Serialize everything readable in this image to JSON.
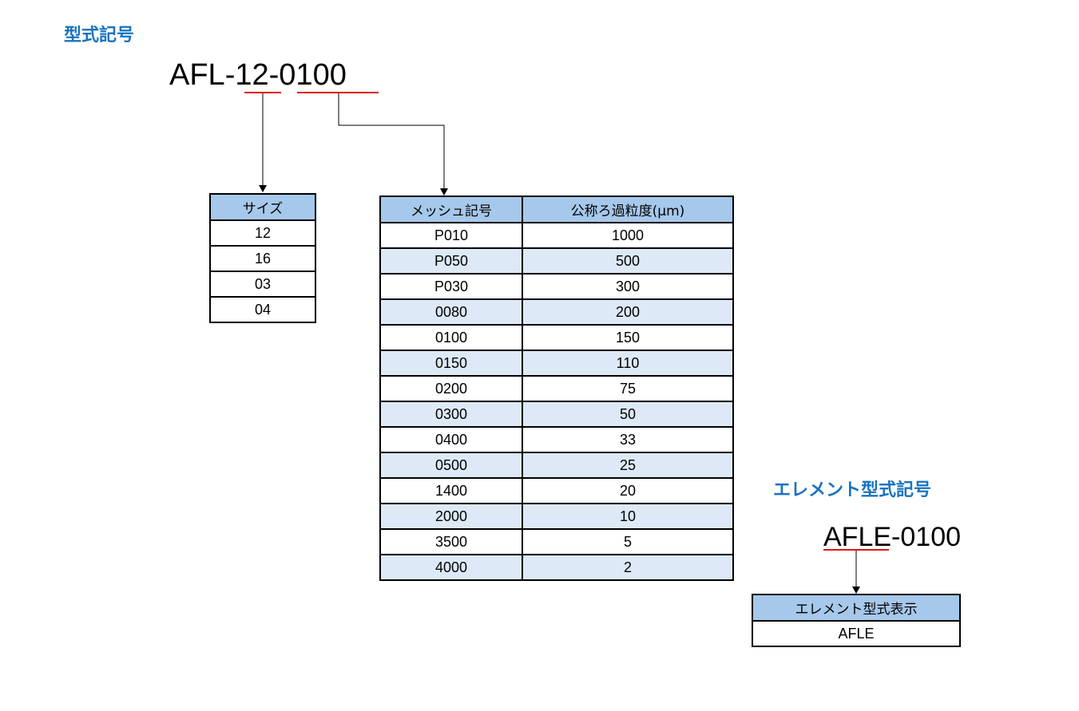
{
  "headings": {
    "model_code": "型式記号",
    "element_model_code": "エレメント型式記号"
  },
  "model": {
    "prefix": "AFL-",
    "size": "12",
    "dash": "-",
    "mesh": "0100"
  },
  "element_model": {
    "prefix": "AFLE",
    "rest": "-0100"
  },
  "size_table": {
    "header": "サイズ",
    "rows": [
      "12",
      "16",
      "03",
      "04"
    ]
  },
  "mesh_table": {
    "headers": [
      "メッシュ記号",
      "公称ろ過粒度(μm)"
    ],
    "rows": [
      [
        "P010",
        "1000"
      ],
      [
        "P050",
        "500"
      ],
      [
        "P030",
        "300"
      ],
      [
        "0080",
        "200"
      ],
      [
        "0100",
        "150"
      ],
      [
        "0150",
        "110"
      ],
      [
        "0200",
        "75"
      ],
      [
        "0300",
        "50"
      ],
      [
        "0400",
        "33"
      ],
      [
        "0500",
        "25"
      ],
      [
        "1400",
        "20"
      ],
      [
        "2000",
        "10"
      ],
      [
        "3500",
        "5"
      ],
      [
        "4000",
        "2"
      ]
    ]
  },
  "element_table": {
    "header": "エレメント型式表示",
    "rows": [
      "AFLE"
    ]
  },
  "colors": {
    "heading": "#1873c0",
    "header_fill": "#a6c8eb",
    "alt_row_fill": "#dde9f6",
    "underline": "#e01414"
  }
}
